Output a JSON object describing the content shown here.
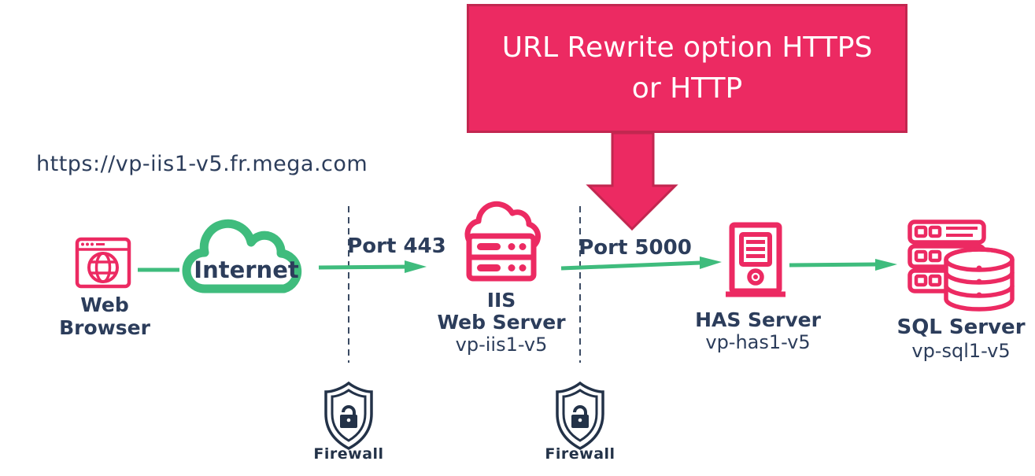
{
  "colors": {
    "pink": "#EC2A62",
    "pink_dark": "#C22750",
    "green": "#3FBC7D",
    "navy": "#2C3D5B",
    "navy_dark": "#233248",
    "dash": "#3A4A63"
  },
  "callout": {
    "label": "URL Rewrite option HTTPS or HTTP"
  },
  "address_label": "https://vp-iis1-v5.fr.mega.com",
  "nodes": {
    "web_browser": {
      "title": "Web Browser"
    },
    "internet": {
      "title": "Internet"
    },
    "iis": {
      "title": "IIS",
      "subtitle": "Web Server",
      "hostname": "vp-iis1-v5"
    },
    "has": {
      "title": "HAS Server",
      "hostname": "vp-has1-v5"
    },
    "sql": {
      "title": "SQL Server",
      "hostname": "vp-sql1-v5"
    }
  },
  "firewalls": {
    "left_label": "Firewall",
    "right_label": "Firewall"
  },
  "connections": {
    "cloud_to_iis_label": "Port 443",
    "iis_to_has_label": "Port 5000"
  },
  "icons": {
    "web_browser": "browser-globe-icon",
    "internet": "cloud-icon",
    "iis": "cloud-server-icon",
    "has": "tower-server-icon",
    "sql": "server-rack-database-icon",
    "firewall": "shield-lock-icon",
    "callout_pointer": "big-down-arrow-icon"
  }
}
